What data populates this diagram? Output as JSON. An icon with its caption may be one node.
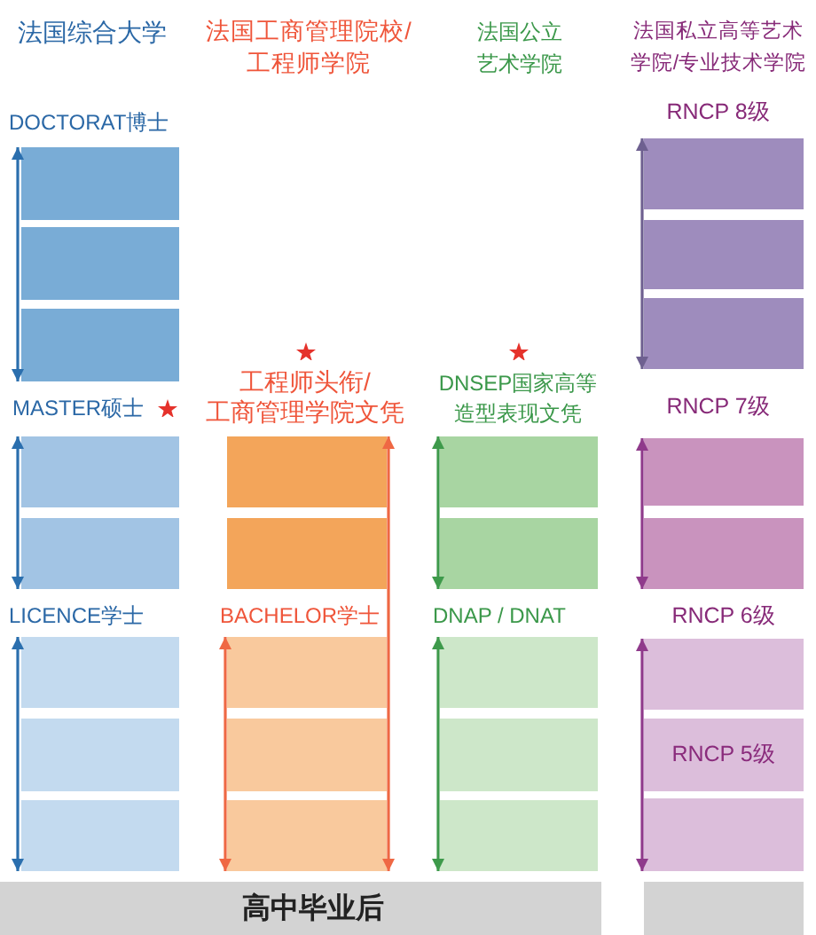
{
  "diagram": {
    "nodes": [
      {
        "text": [],
        "shape": "box"
      },
      {
        "text": [],
        "shape": "box"
      },
      {
        "text": [],
        "shape": "box"
      },
      {
        "text": [],
        "shape": "box"
      },
      {
        "text": [],
        "shape": "box"
      },
      {
        "text": [],
        "shape": "box"
      },
      {
        "text": [],
        "shape": "box"
      },
      {
        "text": [],
        "shape": "box"
      },
      {
        "text": [],
        "shape": "box"
      },
      {
        "text": [],
        "shape": "box"
      },
      {
        "text": [],
        "shape": "box"
      },
      {
        "text": [],
        "shape": "box"
      },
      {
        "text": [],
        "shape": "box"
      },
      {
        "text": [],
        "shape": "box"
      },
      {
        "text": [],
        "shape": "box"
      },
      {
        "text": [],
        "shape": "box"
      },
      {
        "text": [],
        "shape": "box"
      },
      {
        "text": [],
        "shape": "box"
      },
      {
        "text": [],
        "shape": "box"
      },
      {
        "text": [],
        "shape": "box"
      },
      {
        "text": [],
        "shape": "box"
      },
      {
        "text": [],
        "shape": "box"
      },
      {
        "text": [],
        "shape": "box"
      },
      {
        "text": [],
        "shape": "box"
      },
      {
        "text": [
          "RNCP 5级"
        ]
      },
      {
        "text": [],
        "shape": "box"
      },
      {
        "text": [
          "高中毕业后"
        ]
      },
      {
        "text": [],
        "shape": "box"
      }
    ],
    "edges": [
      {
        "from": 0,
        "to": 2,
        "arrow": "both",
        "color": "#2b6fae"
      },
      {
        "from": 3,
        "to": 4,
        "arrow": "both",
        "color": "#2b6fae"
      },
      {
        "from": 5,
        "to": 7,
        "arrow": "both",
        "color": "#2b6fae"
      },
      {
        "from": 8,
        "to": 12,
        "arrow": "both",
        "color": "#ef6844"
      },
      {
        "from": 10,
        "to": 12,
        "arrow": "both",
        "color": "#ef6844"
      },
      {
        "from": 13,
        "to": 14,
        "arrow": "both",
        "color": "#3e9a4b"
      },
      {
        "from": 15,
        "to": 17,
        "arrow": "both",
        "color": "#3e9a4b"
      },
      {
        "from": 18,
        "to": 20,
        "arrow": "both",
        "color": "#6e6090"
      },
      {
        "from": 21,
        "to": 22,
        "arrow": "both",
        "color": "#8f3a8b"
      },
      {
        "from": 23,
        "to": 25,
        "arrow": "both",
        "color": "#8f3a8b"
      }
    ],
    "labels": [
      "法国综合大学",
      "法国工商管理院校/工程师学院",
      "法国公立艺术学院",
      "法国私立高等艺术学院/专业技术学院",
      "DOCTORAT博士",
      "RNCP 8级",
      "MASTER硕士",
      "工程师头衔/工商管理学院文凭",
      "DNSEP国家高等造型表现文凭",
      "RNCP 7级",
      "LICENCE学士",
      "BACHELOR学士",
      "DNAP / DNAT",
      "RNCP 6级"
    ]
  }
}
